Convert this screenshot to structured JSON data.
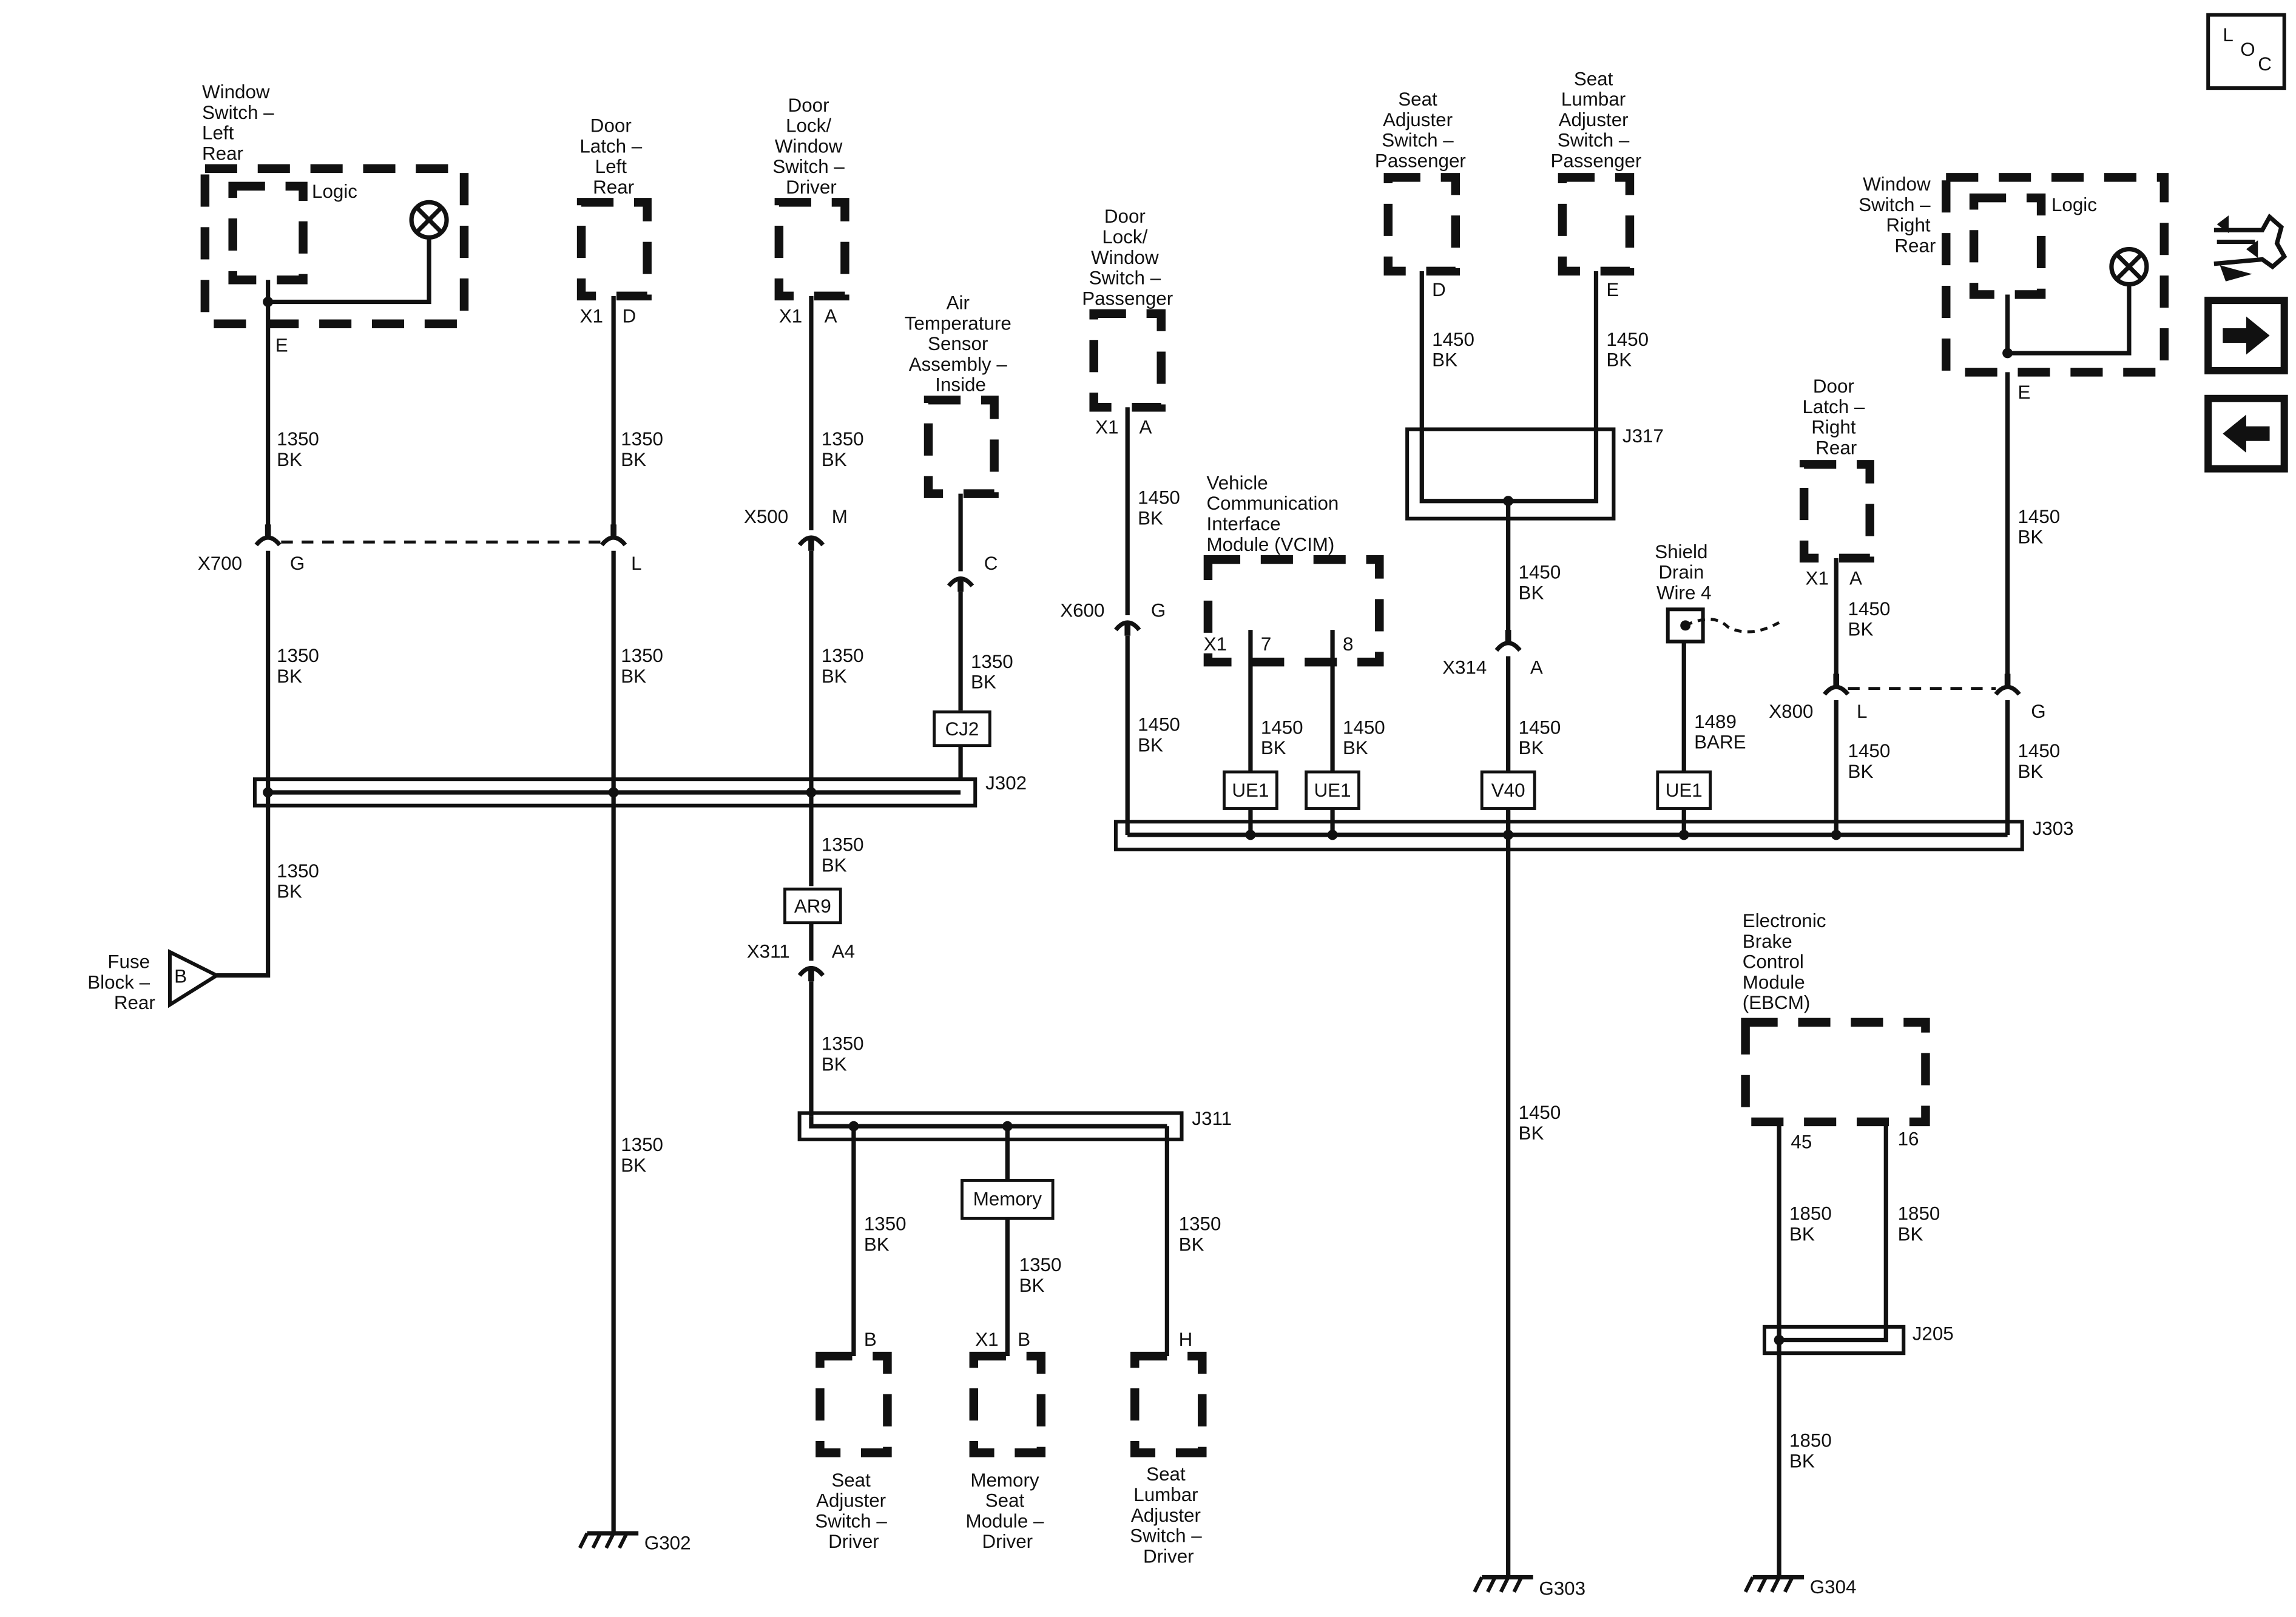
{
  "corner_label": [
    "L",
    "O",
    "C"
  ],
  "components": {
    "window_switch_left_rear": [
      "Window",
      "Switch –",
      "Left",
      "Rear"
    ],
    "window_switch_left_rear_logic": "Logic",
    "door_latch_left_rear": [
      "Door",
      "Latch –",
      "Left",
      "Rear"
    ],
    "door_lock_window_switch_driver": [
      "Door",
      "Lock/",
      "Window",
      "Switch –",
      "Driver"
    ],
    "air_temp_sensor": [
      "Air",
      "Temperature",
      "Sensor",
      "Assembly –",
      "Inside"
    ],
    "door_lock_window_switch_passenger": [
      "Door",
      "Lock/",
      "Window",
      "Switch –",
      "Passenger"
    ],
    "vcim": [
      "Vehicle",
      "Communication",
      "Interface",
      "Module (VCIM)"
    ],
    "seat_adjuster_switch_passenger": [
      "Seat",
      "Adjuster",
      "Switch –",
      "Passenger"
    ],
    "seat_lumbar_adjuster_switch_passenger": [
      "Seat",
      "Lumbar",
      "Adjuster",
      "Switch –",
      "Passenger"
    ],
    "window_switch_right_rear": [
      "Window",
      "Switch –",
      "Right",
      "Rear"
    ],
    "window_switch_right_rear_logic": "Logic",
    "door_latch_right_rear": [
      "Door",
      "Latch –",
      "Right",
      "Rear"
    ],
    "shield_drain_wire": [
      "Shield",
      "Drain",
      "Wire 4"
    ],
    "ebcm": [
      "Electronic",
      "Brake",
      "Control",
      "Module",
      "(EBCM)"
    ],
    "fuse_block_rear": [
      "Fuse",
      "Block –",
      "Rear"
    ],
    "fuse_block_pin": "B",
    "seat_adjuster_switch_driver": [
      "Seat",
      "Adjuster",
      "Switch –",
      "Driver"
    ],
    "memory_seat_module_driver": [
      "Memory",
      "Seat",
      "Module –",
      "Driver"
    ],
    "seat_lumbar_adjuster_switch_driver": [
      "Seat",
      "Lumbar",
      "Adjuster",
      "Switch –",
      "Driver"
    ]
  },
  "pins": {
    "wsl_E": "E",
    "dll_x1": "X1",
    "dll_D": "D",
    "dld_x1": "X1",
    "dld_A": "A",
    "dlp_x1": "X1",
    "dlp_A": "A",
    "vcim_x1": "X1",
    "vcim_7": "7",
    "vcim_8": "8",
    "sap_D": "D",
    "slp_E": "E",
    "wsr_E": "E",
    "dlr_x1": "X1",
    "dlr_A": "A",
    "ebcm_45": "45",
    "ebcm_16": "16",
    "sad_B": "B",
    "msm_x1": "X1",
    "msm_B": "B",
    "sld_H": "H"
  },
  "connectors": {
    "x700": "X700",
    "x700_g": "G",
    "x700_l": "L",
    "x500": "X500",
    "x500_m": "M",
    "ats_c": "C",
    "x311": "X311",
    "x311_a4": "A4",
    "x600": "X600",
    "x600_g": "G",
    "x314": "X314",
    "x314_a": "A",
    "x800": "X800",
    "x800_l": "L",
    "x800_g": "G"
  },
  "splices": {
    "j302": "J302",
    "j303": "J303",
    "j311": "J311",
    "j317": "J317",
    "j205": "J205"
  },
  "inline_labels": {
    "cj2": "CJ2",
    "ar9": "AR9",
    "memory": "Memory",
    "ue1_a": "UE1",
    "ue1_b": "UE1",
    "v40": "V40",
    "ue1_c": "UE1"
  },
  "grounds": {
    "g302": "G302",
    "g303": "G303",
    "g304": "G304"
  },
  "wires": {
    "w1350bk": [
      "1350",
      "BK"
    ],
    "w1450bk": [
      "1450",
      "BK"
    ],
    "w1489bare": [
      "1489",
      "BARE"
    ],
    "w1850bk": [
      "1850",
      "BK"
    ]
  },
  "nav": {
    "forward_arrow": "right-arrow-icon",
    "back_arrow": "left-arrow-icon",
    "tools_icon": "tools-icon"
  }
}
